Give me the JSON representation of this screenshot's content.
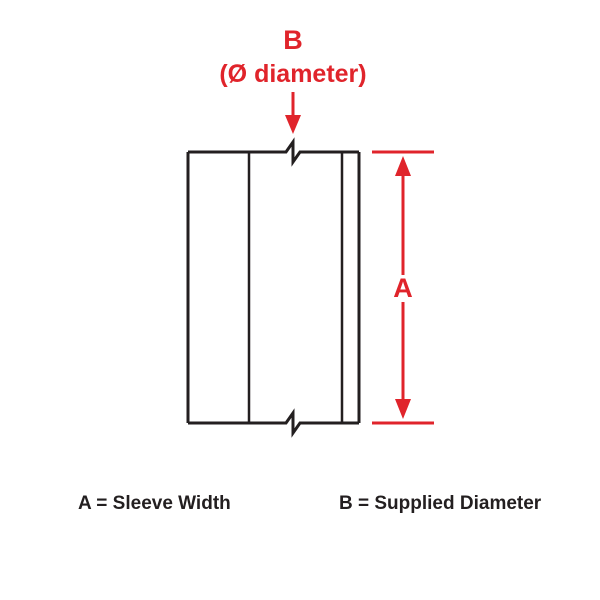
{
  "labels": {
    "b_letter": "B",
    "b_subtitle": "(Ø diameter)",
    "a_letter": "A"
  },
  "legend": {
    "a": "A = Sleeve Width",
    "b": "B = Supplied Diameter"
  },
  "colors": {
    "dimension_red": "#e0242b",
    "outline_black": "#231f20"
  }
}
